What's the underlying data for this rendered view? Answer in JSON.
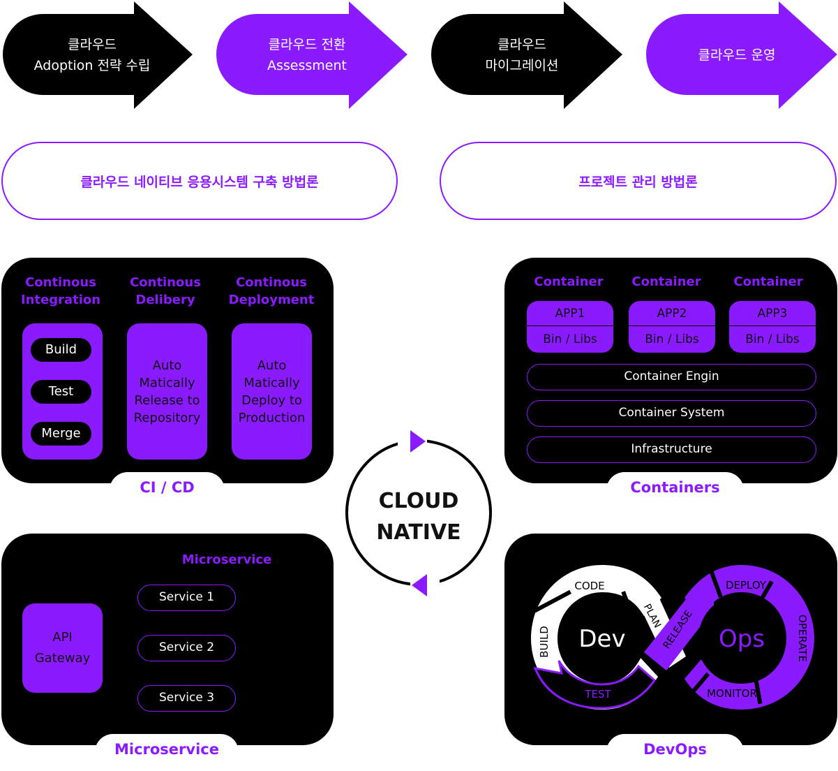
{
  "colors": {
    "accent": "#8b1bff",
    "dark": "#000000",
    "light": "#ffffff"
  },
  "steps": [
    {
      "line1": "클라우드",
      "line2": "Adoption 전략 수립",
      "fill": "#000000"
    },
    {
      "line1": "클라우드 전환",
      "line2": "Assessment",
      "fill": "#8b1bff"
    },
    {
      "line1": "클라우드",
      "line2": "마이그레이션",
      "fill": "#000000"
    },
    {
      "line1": "클라우드 운영",
      "line2": "",
      "fill": "#8b1bff"
    }
  ],
  "methodologies": {
    "left": "클라우드 네이티브 응용시스템 구축 방법론",
    "right": "프로젝트 관리 방법론"
  },
  "cicd": {
    "tab": "CI / CD",
    "headers": [
      {
        "line1": "Continous",
        "line2": "Integration"
      },
      {
        "line1": "Continous",
        "line2": "Delibery"
      },
      {
        "line1": "Continous",
        "line2": "Deployment"
      }
    ],
    "steps": [
      "Build",
      "Test",
      "Merge"
    ],
    "release": [
      "Auto",
      "Matically",
      "Release to",
      "Repository"
    ],
    "deploy": [
      "Auto",
      "Matically",
      "Deploy to",
      "Production"
    ]
  },
  "containers": {
    "tab": "Containers",
    "columns": [
      {
        "header": "Container",
        "app": "APP1",
        "libs": "Bin / Libs"
      },
      {
        "header": "Container",
        "app": "APP2",
        "libs": "Bin / Libs"
      },
      {
        "header": "Container",
        "app": "APP3",
        "libs": "Bin / Libs"
      }
    ],
    "layers": [
      "Container Engin",
      "Container System",
      "Infrastructure"
    ]
  },
  "center": {
    "line1": "CLOUD",
    "line2": "NATIVE"
  },
  "microservice": {
    "tab": "Microservice",
    "title": "Microservice",
    "gateway": {
      "line1": "API",
      "line2": "Gateway"
    },
    "services": [
      "Service 1",
      "Service 2",
      "Service 3"
    ]
  },
  "devops": {
    "tab": "DevOps",
    "dev": "Dev",
    "ops": "Ops",
    "stages": {
      "code": "CODE",
      "build": "BUILD",
      "test": "TEST",
      "plan": "PLAN",
      "release": "RELEASE",
      "deploy": "DEPLOY",
      "operate": "OPERATE",
      "monitor": "MONITOR"
    }
  }
}
